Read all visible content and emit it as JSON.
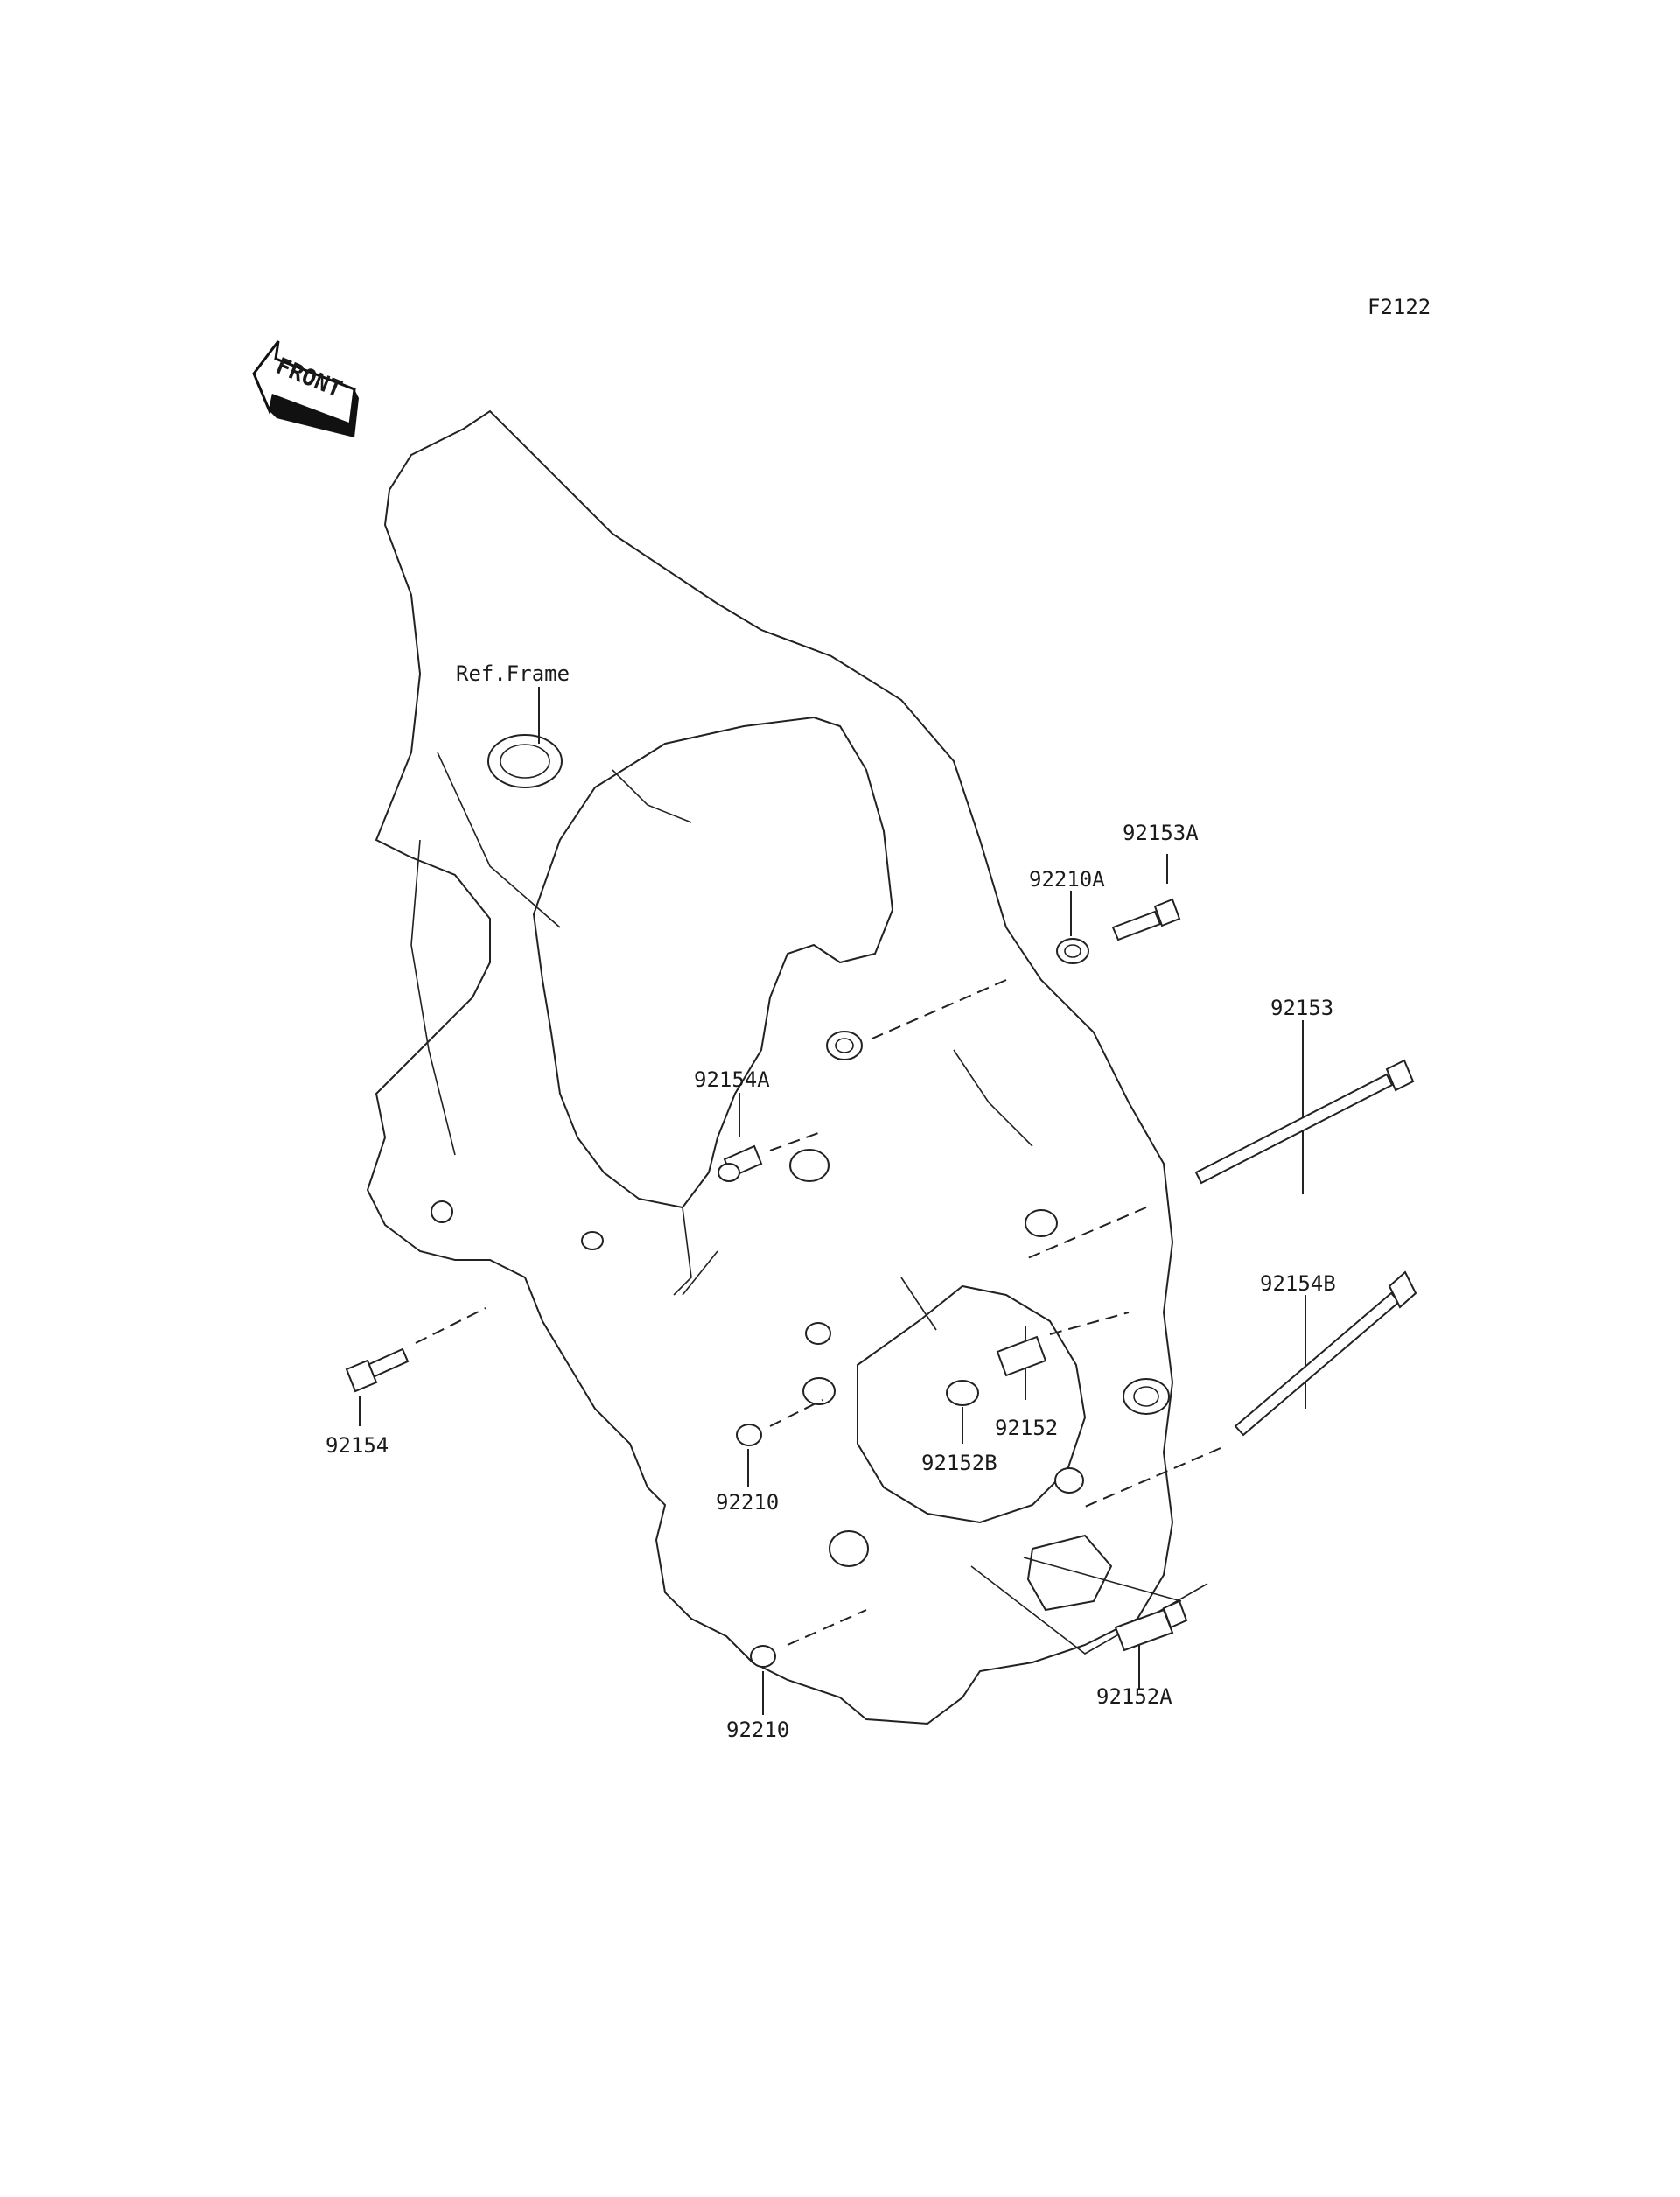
{
  "figure_code": "F2122",
  "front_badge": "FRONT",
  "labels": {
    "ref_frame": "Ref.Frame",
    "p92153A": "92153A",
    "p92210A": "92210A",
    "p92153": "92153",
    "p92154A": "92154A",
    "p92154B": "92154B",
    "p92152": "92152",
    "p92152B": "92152B",
    "p92154": "92154",
    "p92210_upper": "92210",
    "p92210_lower": "92210",
    "p92152A": "92152A"
  }
}
